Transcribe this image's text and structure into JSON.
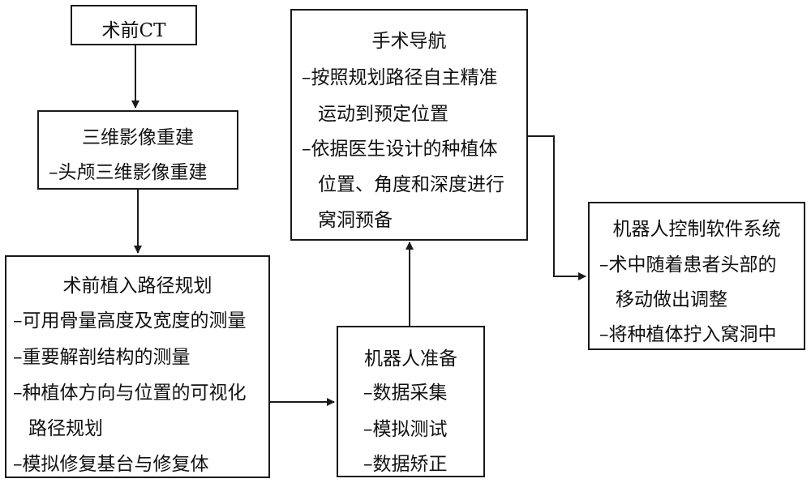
{
  "preop_ct": {
    "title": "术前CT"
  },
  "reconstruction": {
    "title": "三维影像重建",
    "items": [
      "–头颅三维影像重建"
    ]
  },
  "path_planning": {
    "title": "术前植入路径规划",
    "items": [
      "–可用骨量高度及宽度的测量",
      "–重要解剖结构的测量",
      "–种植体方向与位置的可视化",
      "路径规划",
      "–模拟修复基台与修复体"
    ]
  },
  "robot_prep": {
    "title": "机器人准备",
    "items": [
      "–数据采集",
      "–模拟测试",
      "–数据矫正"
    ]
  },
  "navigation": {
    "title": "手术导航",
    "items": [
      "–按照规划路径自主精准",
      "运动到预定位置",
      "–依据医生设计的种植体",
      "位置、角度和深度进行",
      "窝洞预备"
    ]
  },
  "control_software": {
    "title": "机器人控制软件系统",
    "items": [
      "–术中随着患者头部的",
      "移动做出调整",
      "–将种植体拧入窝洞中"
    ]
  }
}
